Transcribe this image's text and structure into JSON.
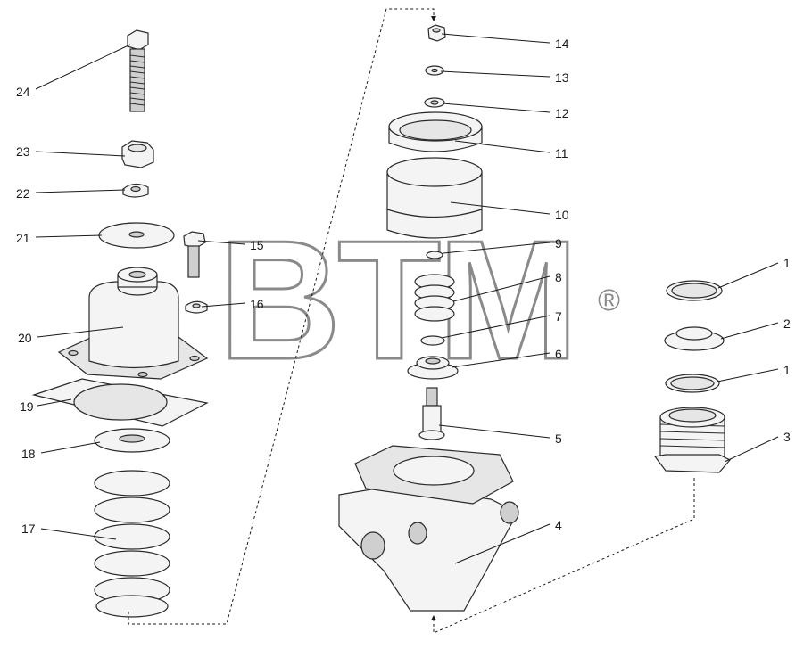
{
  "watermark": {
    "text": "BTM",
    "mark": "®"
  },
  "callouts": [
    {
      "id": "c24",
      "label": "24"
    },
    {
      "id": "c23",
      "label": "23"
    },
    {
      "id": "c22",
      "label": "22"
    },
    {
      "id": "c21",
      "label": "21"
    },
    {
      "id": "c20",
      "label": "20"
    },
    {
      "id": "c19",
      "label": "19"
    },
    {
      "id": "c18",
      "label": "18"
    },
    {
      "id": "c17",
      "label": "17"
    },
    {
      "id": "c15",
      "label": "15"
    },
    {
      "id": "c16",
      "label": "16"
    },
    {
      "id": "c14",
      "label": "14"
    },
    {
      "id": "c13",
      "label": "13"
    },
    {
      "id": "c12",
      "label": "12"
    },
    {
      "id": "c11",
      "label": "11"
    },
    {
      "id": "c10",
      "label": "10"
    },
    {
      "id": "c9",
      "label": "9"
    },
    {
      "id": "c8",
      "label": "8"
    },
    {
      "id": "c7",
      "label": "7"
    },
    {
      "id": "c6",
      "label": "6"
    },
    {
      "id": "c5",
      "label": "5"
    },
    {
      "id": "c4",
      "label": "4"
    },
    {
      "id": "c1a",
      "label": "1"
    },
    {
      "id": "c2",
      "label": "2"
    },
    {
      "id": "c1b",
      "label": "1"
    },
    {
      "id": "c3",
      "label": "3"
    }
  ]
}
